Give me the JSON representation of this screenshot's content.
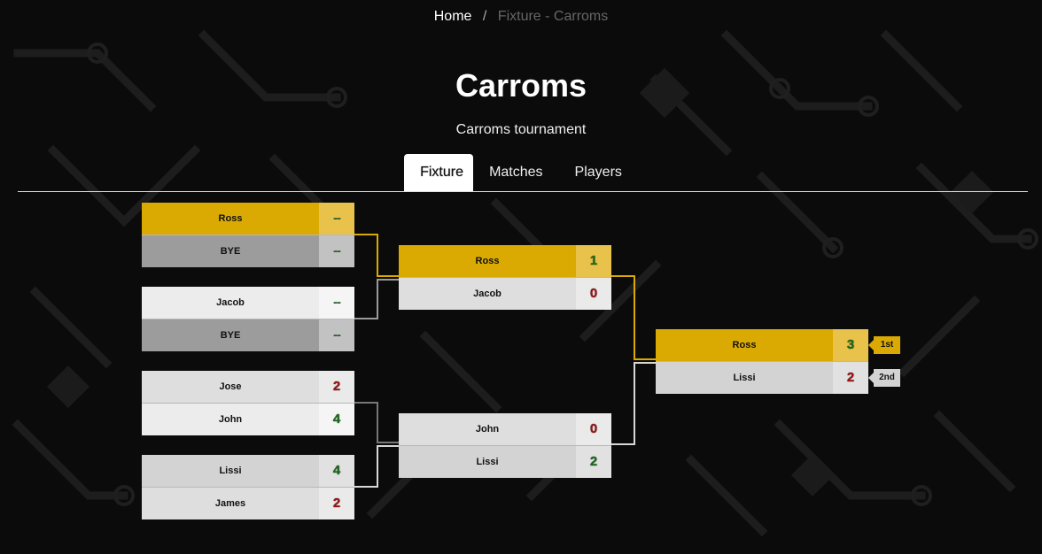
{
  "breadcrumb": {
    "home": "Home",
    "separator": "/",
    "current": "Fixture - Carroms"
  },
  "page": {
    "title": "Carroms",
    "subtitle": "Carroms tournament"
  },
  "tabs": [
    {
      "label": "Fixture",
      "active": true
    },
    {
      "label": "Matches",
      "active": false
    },
    {
      "label": "Players",
      "active": false
    }
  ],
  "bracket": {
    "round1": [
      {
        "top": {
          "name": "Ross",
          "score": "--"
        },
        "bottom": {
          "name": "BYE",
          "score": "--"
        }
      },
      {
        "top": {
          "name": "Jacob",
          "score": "--"
        },
        "bottom": {
          "name": "BYE",
          "score": "--"
        }
      },
      {
        "top": {
          "name": "Jose",
          "score": "2"
        },
        "bottom": {
          "name": "John",
          "score": "4"
        }
      },
      {
        "top": {
          "name": "Lissi",
          "score": "4"
        },
        "bottom": {
          "name": "James",
          "score": "2"
        }
      }
    ],
    "round2": [
      {
        "top": {
          "name": "Ross",
          "score": "1"
        },
        "bottom": {
          "name": "Jacob",
          "score": "0"
        }
      },
      {
        "top": {
          "name": "John",
          "score": "0"
        },
        "bottom": {
          "name": "Lissi",
          "score": "2"
        }
      }
    ],
    "final": {
      "top": {
        "name": "Ross",
        "score": "3"
      },
      "bottom": {
        "name": "Lissi",
        "score": "2"
      }
    },
    "placements": {
      "first": "1st",
      "second": "2nd"
    }
  },
  "colors": {
    "winner": "#dbaa02",
    "bye": "#9c9c9c",
    "winner_line": "#dbaa02",
    "loser_line": "#bdbdbd",
    "score_win": "#1a6b1a",
    "score_loss": "#a01010"
  }
}
